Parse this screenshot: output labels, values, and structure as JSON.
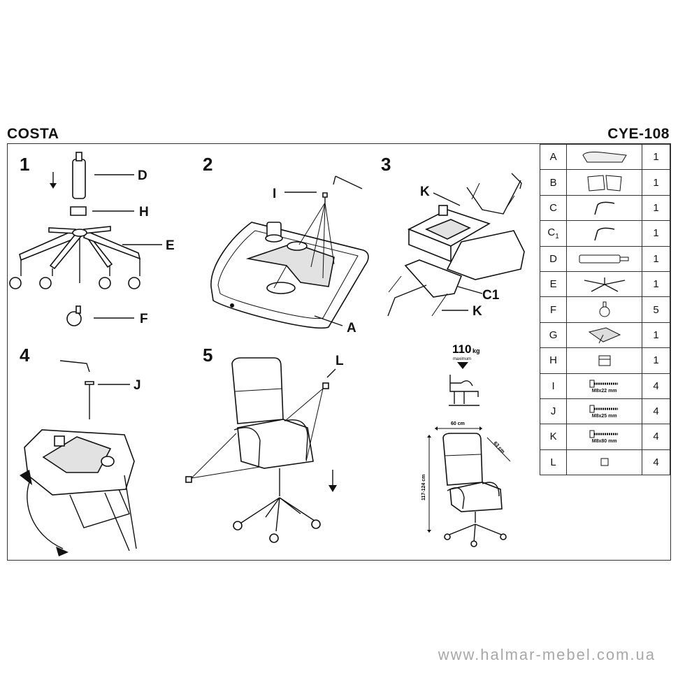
{
  "header": {
    "model_name": "COSTA",
    "model_code": "CYE-108"
  },
  "steps": [
    {
      "number": "1",
      "labels": [
        "D",
        "H",
        "E",
        "F"
      ]
    },
    {
      "number": "2",
      "labels": [
        "I",
        "A"
      ]
    },
    {
      "number": "3",
      "labels": [
        "K",
        "C1",
        "K"
      ]
    },
    {
      "number": "4",
      "labels": [
        "J"
      ]
    },
    {
      "number": "5",
      "labels": [
        "L"
      ]
    }
  ],
  "info": {
    "max_load": "110",
    "max_load_unit": "kg",
    "max_load_caption": "maximum",
    "width": "60 cm",
    "depth": "63 cm",
    "height": "117-124 cm"
  },
  "parts": [
    {
      "letter": "A",
      "sub": "",
      "qty": "1",
      "icon": "seat-icon",
      "spec": ""
    },
    {
      "letter": "B",
      "sub": "",
      "qty": "1",
      "icon": "backrest-icon",
      "spec": ""
    },
    {
      "letter": "C",
      "sub": "",
      "qty": "1",
      "icon": "armrest-icon",
      "spec": ""
    },
    {
      "letter": "C",
      "sub": "1",
      "qty": "1",
      "icon": "armrest-icon",
      "spec": ""
    },
    {
      "letter": "D",
      "sub": "",
      "qty": "1",
      "icon": "gas-lift-icon",
      "spec": ""
    },
    {
      "letter": "E",
      "sub": "",
      "qty": "1",
      "icon": "star-base-icon",
      "spec": ""
    },
    {
      "letter": "F",
      "sub": "",
      "qty": "5",
      "icon": "caster-icon",
      "spec": ""
    },
    {
      "letter": "G",
      "sub": "",
      "qty": "1",
      "icon": "mechanism-icon",
      "spec": ""
    },
    {
      "letter": "H",
      "sub": "",
      "qty": "1",
      "icon": "sleeve-icon",
      "spec": ""
    },
    {
      "letter": "I",
      "sub": "",
      "qty": "4",
      "icon": "bolt-icon",
      "spec": "M8x22 mm"
    },
    {
      "letter": "J",
      "sub": "",
      "qty": "4",
      "icon": "bolt-icon",
      "spec": "M8x25 mm"
    },
    {
      "letter": "K",
      "sub": "",
      "qty": "4",
      "icon": "bolt-icon",
      "spec": "M8x80 mm"
    },
    {
      "letter": "L",
      "sub": "",
      "qty": "4",
      "icon": "cap-icon",
      "spec": ""
    }
  ],
  "footer": {
    "url": "www.halmar-mebel.com.ua"
  }
}
